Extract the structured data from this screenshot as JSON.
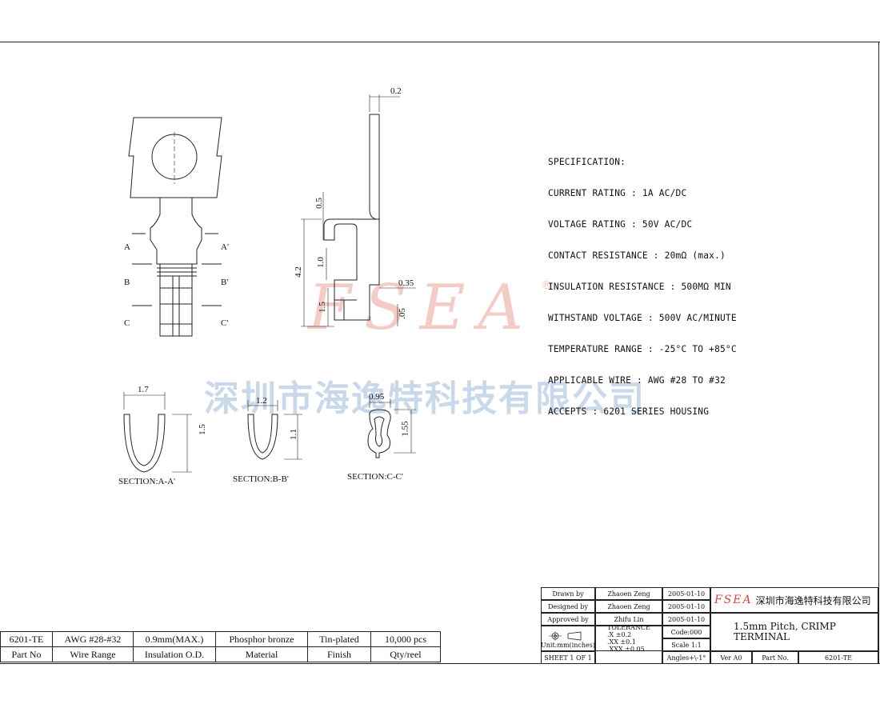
{
  "specification": {
    "heading": "SPECIFICATION:",
    "lines": [
      "CURRENT RATING : 1A AC/DC",
      "VOLTAGE RATING : 50V AC/DC",
      "CONTACT RESISTANCE : 20mΩ (max.)",
      "INSULATION RESISTANCE : 500MΩ MIN",
      "WITHSTAND VOLTAGE : 500V AC/MINUTE",
      "TEMPERATURE RANGE : -25°C TO +85°C",
      "APPLICABLE WIRE : AWG #28 TO #32",
      "ACCEPTS : 6201 SERIES HOUSING"
    ]
  },
  "watermark": {
    "logo": "FSEA",
    "registered": "®",
    "company_cn": "深圳市海逸特科技有限公司"
  },
  "front_view": {
    "labels": [
      "A",
      "A'",
      "B",
      "B'",
      "C",
      "C'"
    ]
  },
  "side_view": {
    "dims": [
      "0.2",
      "0.5",
      "4.2",
      "1.0",
      "0.35",
      "1.5",
      ".05"
    ]
  },
  "sections": [
    {
      "label": "SECTION:A-A'",
      "width": "1.7",
      "height": "1.5"
    },
    {
      "label": "SECTION:B-B'",
      "width": "1.2",
      "height": "1.1"
    },
    {
      "label": "SECTION:C-C'",
      "width": "0.95",
      "height": "1.55"
    }
  ],
  "bom": {
    "values": [
      "6201-TE",
      "AWG #28-#32",
      "0.9mm(MAX.)",
      "Phosphor bronze",
      "Tin-plated",
      "10,000 pcs"
    ],
    "headers": [
      "Part No",
      "Wire Range",
      "Insulation O.D.",
      "Material",
      "Finish",
      "Qty/reel"
    ]
  },
  "title_block": {
    "drawn_label": "Drawn  by",
    "drawn_name": "Zhaoen Zeng",
    "drawn_date": "2005-01-10",
    "designed_label": "Designed by",
    "designed_name": "Zhaoen Zeng",
    "designed_date": "2005-01-10",
    "approved_label": "Approved by",
    "approved_name": "Zhifu Lin",
    "approved_date": "2005-01-10",
    "units_label": "Unit:mm(inches)",
    "tolerance_title": "TOLERANCE",
    "tolerances": [
      ".X     ±0.2",
      ".XX    ±0.1",
      ".XXX  ±0.05"
    ],
    "code": "Code:000",
    "scale": "Scale 1:1",
    "angles": "Angles+\\-1°",
    "sheet": "SHEET 1 OF 1",
    "company_logo": "FSEA",
    "company_name": "深圳市海逸特科技有限公司",
    "title_line1": "1.5mm Pitch, CRIMP",
    "title_line2": "TERMINAL",
    "ver": "Ver A0",
    "part_label": "Part No.",
    "part_no": "6201-TE"
  }
}
